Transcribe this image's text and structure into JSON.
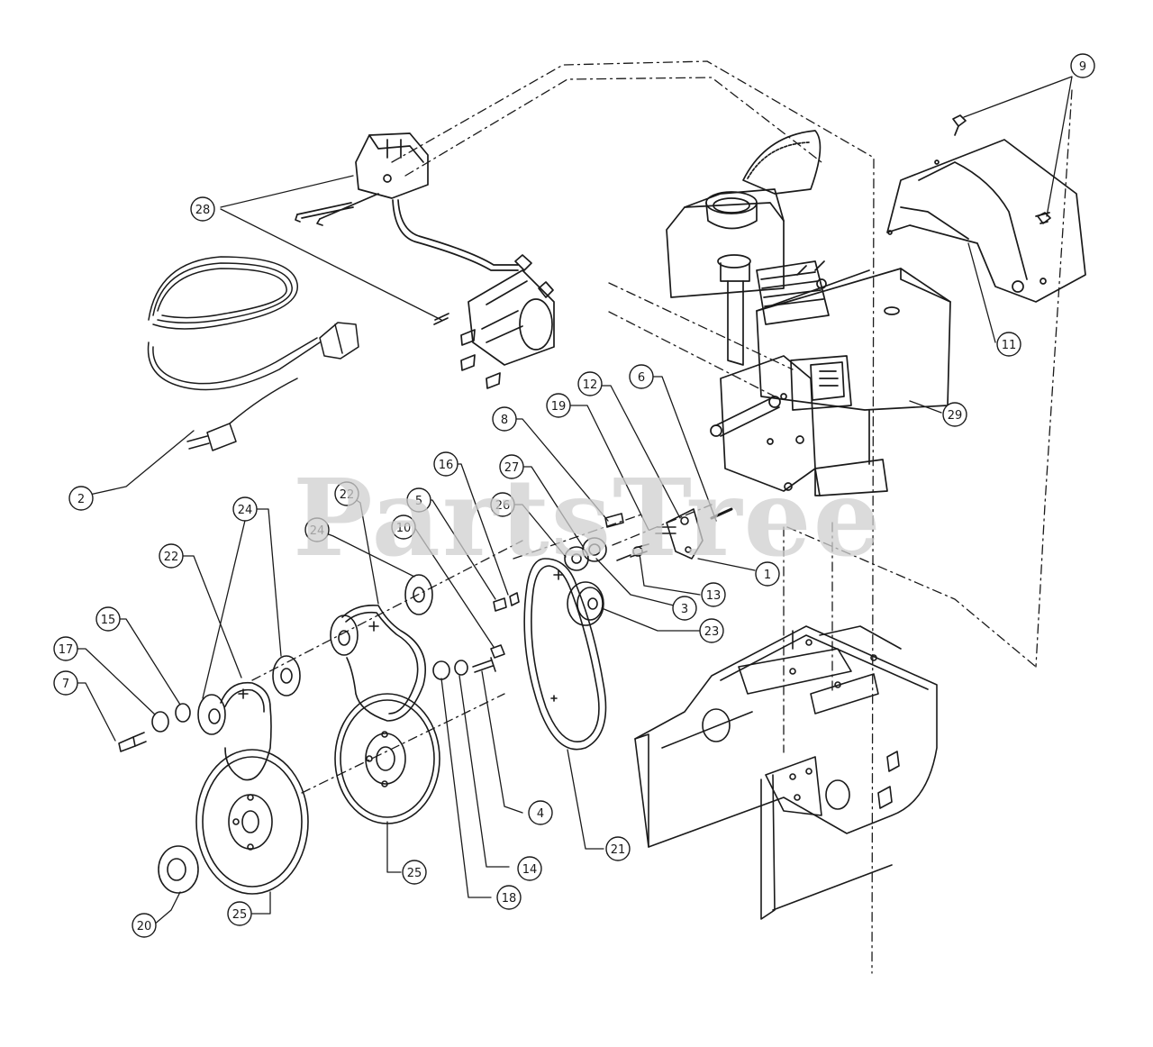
{
  "watermark": "PartsTree",
  "colors": {
    "line": "#1a1a1a",
    "background": "#ffffff",
    "watermark": "#cfcfcf"
  },
  "callouts": [
    {
      "id": "c9",
      "label": "9"
    },
    {
      "id": "c28",
      "label": "28"
    },
    {
      "id": "c11",
      "label": "11"
    },
    {
      "id": "c29",
      "label": "29"
    },
    {
      "id": "c2",
      "label": "2"
    },
    {
      "id": "c6",
      "label": "6"
    },
    {
      "id": "c12",
      "label": "12"
    },
    {
      "id": "c19",
      "label": "19"
    },
    {
      "id": "c8",
      "label": "8"
    },
    {
      "id": "c27",
      "label": "27"
    },
    {
      "id": "c26",
      "label": "26"
    },
    {
      "id": "c16",
      "label": "16"
    },
    {
      "id": "c5",
      "label": "5"
    },
    {
      "id": "c10",
      "label": "10"
    },
    {
      "id": "c22a",
      "label": "22"
    },
    {
      "id": "c24a",
      "label": "24"
    },
    {
      "id": "c24b",
      "label": "24"
    },
    {
      "id": "c22b",
      "label": "22"
    },
    {
      "id": "c15",
      "label": "15"
    },
    {
      "id": "c17",
      "label": "17"
    },
    {
      "id": "c7",
      "label": "7"
    },
    {
      "id": "c1",
      "label": "1"
    },
    {
      "id": "c13",
      "label": "13"
    },
    {
      "id": "c3",
      "label": "3"
    },
    {
      "id": "c23",
      "label": "23"
    },
    {
      "id": "c4",
      "label": "4"
    },
    {
      "id": "c14",
      "label": "14"
    },
    {
      "id": "c18",
      "label": "18"
    },
    {
      "id": "c21",
      "label": "21"
    },
    {
      "id": "c25a",
      "label": "25"
    },
    {
      "id": "c25b",
      "label": "25"
    },
    {
      "id": "c20",
      "label": "20"
    }
  ]
}
